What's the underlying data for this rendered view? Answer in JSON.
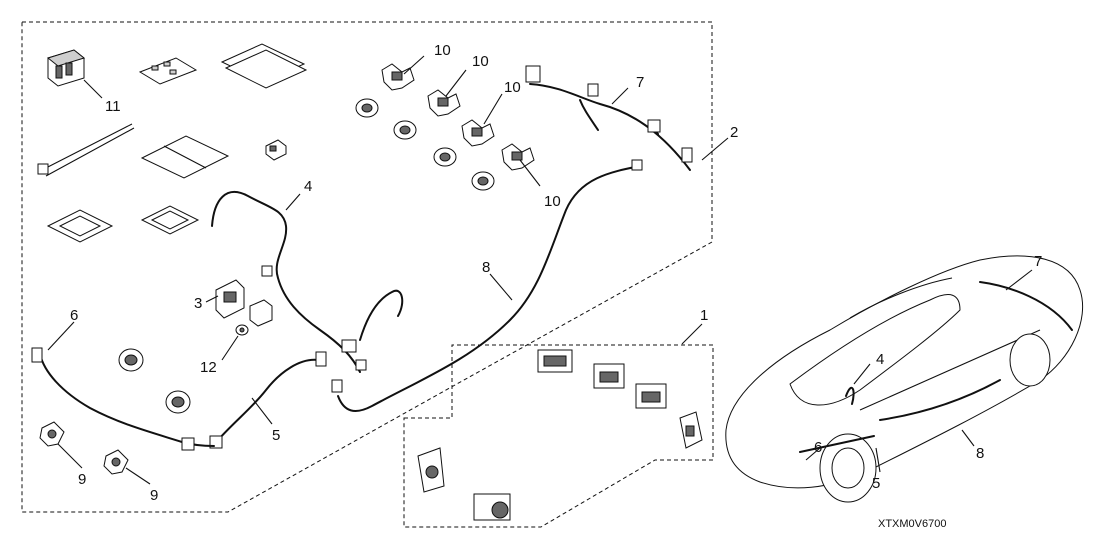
{
  "callouts": [
    {
      "id": "c11",
      "text": "11"
    },
    {
      "id": "c10a",
      "text": "10"
    },
    {
      "id": "c10b",
      "text": "10"
    },
    {
      "id": "c10c",
      "text": "10"
    },
    {
      "id": "c10d",
      "text": "10"
    },
    {
      "id": "c7",
      "text": "7"
    },
    {
      "id": "c2",
      "text": "2"
    },
    {
      "id": "c4",
      "text": "4"
    },
    {
      "id": "c8",
      "text": "8"
    },
    {
      "id": "c3",
      "text": "3"
    },
    {
      "id": "c12",
      "text": "12"
    },
    {
      "id": "c6",
      "text": "6"
    },
    {
      "id": "c5",
      "text": "5"
    },
    {
      "id": "c9a",
      "text": "9"
    },
    {
      "id": "c9b",
      "text": "9"
    },
    {
      "id": "c1",
      "text": "1"
    },
    {
      "id": "car4",
      "text": "4"
    },
    {
      "id": "car7",
      "text": "7"
    },
    {
      "id": "car6",
      "text": "6"
    },
    {
      "id": "car5",
      "text": "5"
    },
    {
      "id": "car8",
      "text": "8"
    }
  ],
  "diagram_code": "XTXM0V6700"
}
